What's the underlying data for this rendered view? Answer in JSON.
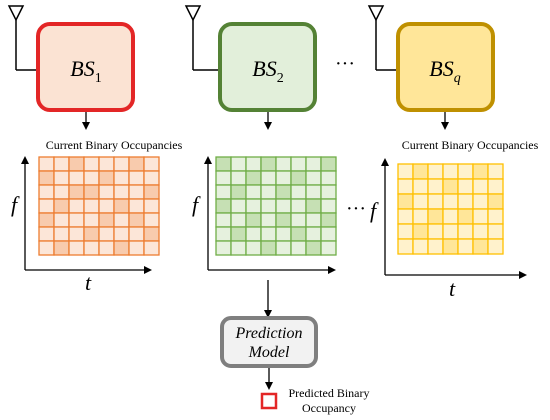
{
  "stations": [
    {
      "base": "BS",
      "sub": "1",
      "box_fill": "#fbe3d3",
      "box_stroke": "#e32626",
      "grid_line": "#ed7d31",
      "cell_light": "#fce6d8",
      "cell_dark": "#f8cbad",
      "caption": "Current Binary Occupancies",
      "axis_f": "f",
      "axis_t": "t",
      "occupancy": [
        [
          0,
          0,
          1,
          0,
          0,
          0,
          1,
          0
        ],
        [
          1,
          0,
          0,
          0,
          1,
          0,
          0,
          0
        ],
        [
          0,
          0,
          1,
          1,
          0,
          0,
          0,
          1
        ],
        [
          0,
          1,
          0,
          0,
          0,
          1,
          0,
          0
        ],
        [
          1,
          0,
          0,
          0,
          1,
          0,
          1,
          0
        ],
        [
          0,
          0,
          0,
          1,
          0,
          0,
          0,
          1
        ],
        [
          0,
          1,
          0,
          0,
          0,
          1,
          0,
          0
        ]
      ]
    },
    {
      "base": "BS",
      "sub": "2",
      "box_fill": "#e2efda",
      "box_stroke": "#548235",
      "grid_line": "#70ad47",
      "cell_light": "#e6f1de",
      "cell_dark": "#c6e0b4",
      "caption": "",
      "axis_f": "f",
      "axis_t": "",
      "occupancy": [
        [
          1,
          0,
          0,
          1,
          0,
          0,
          0,
          1
        ],
        [
          0,
          0,
          1,
          0,
          0,
          1,
          0,
          0
        ],
        [
          0,
          1,
          0,
          0,
          1,
          0,
          0,
          0
        ],
        [
          1,
          0,
          0,
          0,
          0,
          0,
          1,
          0
        ],
        [
          0,
          0,
          1,
          0,
          1,
          0,
          0,
          1
        ],
        [
          0,
          1,
          0,
          0,
          0,
          1,
          0,
          0
        ],
        [
          0,
          0,
          0,
          1,
          0,
          0,
          1,
          0
        ]
      ]
    },
    {
      "base": "BS",
      "sub": "q",
      "box_fill": "#ffe699",
      "box_stroke": "#bf9000",
      "grid_line": "#ffc000",
      "cell_light": "#fff2cc",
      "cell_dark": "#ffe699",
      "caption": "Current Binary Occupancies",
      "axis_f": "f",
      "axis_t": "t",
      "occupancy": [
        [
          0,
          1,
          0,
          0,
          0,
          1,
          0
        ],
        [
          0,
          0,
          0,
          1,
          0,
          0,
          0
        ],
        [
          1,
          0,
          0,
          0,
          0,
          0,
          1
        ],
        [
          0,
          0,
          1,
          0,
          1,
          0,
          0
        ],
        [
          0,
          1,
          0,
          0,
          0,
          0,
          0
        ],
        [
          0,
          0,
          0,
          1,
          0,
          1,
          0
        ]
      ]
    }
  ],
  "ellipsis": "···",
  "ellipsis_grid": "···",
  "prediction": {
    "line1": "Prediction",
    "line2": "Model"
  },
  "output": {
    "line1": "Predicted Binary",
    "line2": "Occupancy",
    "stroke": "#e32626"
  }
}
